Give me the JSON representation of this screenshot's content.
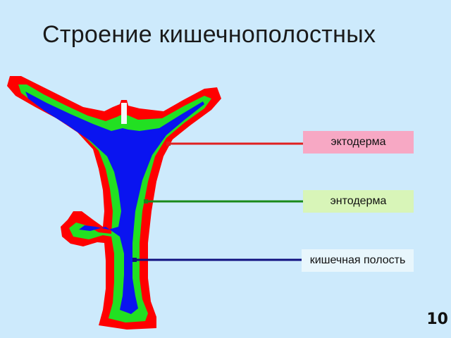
{
  "slide": {
    "title": "Строение кишечнополостных",
    "page_number": "10"
  },
  "labels": [
    {
      "text": "эктодерма",
      "background": "#f7a8c4",
      "arrow_color": "#e02020"
    },
    {
      "text": "энтодерма",
      "background": "#d8f5b8",
      "arrow_color": "#1a8a1a"
    },
    {
      "text": "кишечная полость",
      "background": "#e8f6fc",
      "arrow_color": "#101080"
    }
  ],
  "colors": {
    "background": "#cdeafc",
    "ectoderm": "#ff0000",
    "endoderm": "#22e022",
    "cavity": "#0a14f0"
  }
}
